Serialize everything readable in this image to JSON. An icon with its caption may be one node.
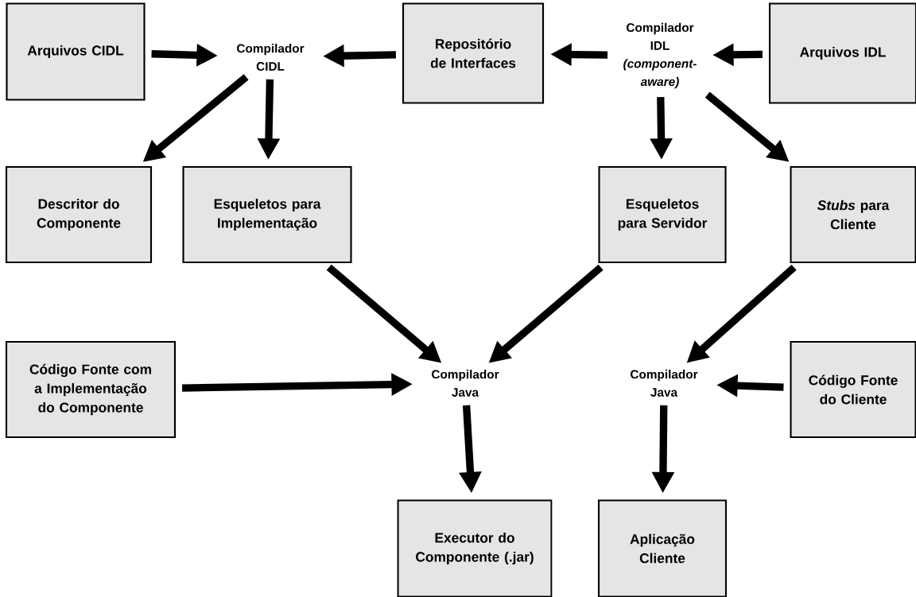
{
  "diagram": {
    "nodes": [
      {
        "text": [
          "Arquivos CIDL"
        ]
      },
      {
        "text": [
          "Compilador CIDL"
        ]
      },
      {
        "text": [
          "Repositório de Interfaces"
        ]
      },
      {
        "text": [
          "Compilador IDL",
          "(component-aware)"
        ]
      },
      {
        "text": [
          "Arquivos IDL"
        ]
      },
      {
        "text": [
          "Descritor do Componente"
        ]
      },
      {
        "text": [
          "Esqueletos para Implementação"
        ]
      },
      {
        "text": [
          "Esqueletos para Servidor"
        ]
      },
      {
        "text": [
          "*Stubs* para Cliente"
        ]
      },
      {
        "text": [
          "Código Fonte com a Implementação do Componente"
        ]
      },
      {
        "text": [
          "Compilador Java"
        ]
      },
      {
        "text": [
          "Compilador Java"
        ]
      },
      {
        "text": [
          "Código Fonte do Cliente"
        ]
      },
      {
        "text": [
          "Executor do Componente (.jar)"
        ]
      },
      {
        "text": [
          "Aplicação Cliente"
        ]
      }
    ],
    "edges": [
      {
        "from": 0,
        "to": 1,
        "arrow": "to"
      },
      {
        "from": 2,
        "to": 1,
        "arrow": "to"
      },
      {
        "from": 3,
        "to": 2,
        "arrow": "to"
      },
      {
        "from": 4,
        "to": 3,
        "arrow": "to"
      },
      {
        "from": 1,
        "to": 5,
        "arrow": "to"
      },
      {
        "from": 1,
        "to": 6,
        "arrow": "to"
      },
      {
        "from": 3,
        "to": 7,
        "arrow": "to"
      },
      {
        "from": 3,
        "to": 8,
        "arrow": "to"
      },
      {
        "from": 6,
        "to": 10,
        "arrow": "to"
      },
      {
        "from": 7,
        "to": 10,
        "arrow": "to"
      },
      {
        "from": 8,
        "to": 11,
        "arrow": "to"
      },
      {
        "from": 9,
        "to": 10,
        "arrow": "to"
      },
      {
        "from": 12,
        "to": 11,
        "arrow": "to"
      },
      {
        "from": 10,
        "to": 13,
        "arrow": "to"
      },
      {
        "from": 11,
        "to": 14,
        "arrow": "to"
      }
    ]
  }
}
